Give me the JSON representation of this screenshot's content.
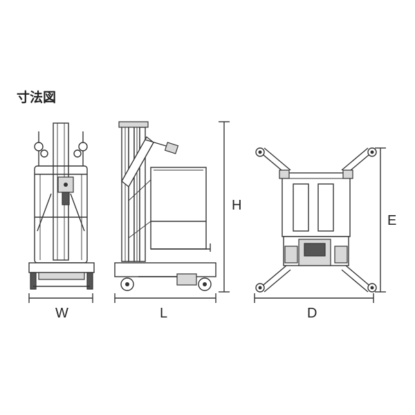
{
  "title": "寸法図",
  "dimensions": {
    "width": "W",
    "length": "L",
    "height": "H",
    "depth": "D",
    "outrigger_span": "E"
  }
}
